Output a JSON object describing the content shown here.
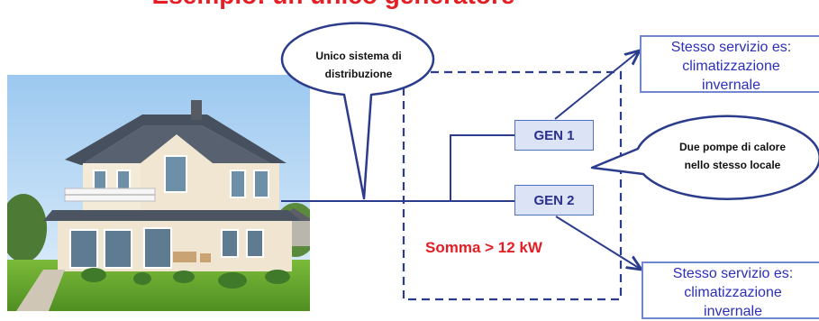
{
  "heading": "Esempio: un unico generatore",
  "bubble_top": {
    "line1": "Unico sistema di",
    "line2": "distribuzione"
  },
  "bubble_right": {
    "line1": "Due pompe di calore",
    "line2": "nello stesso locale"
  },
  "generators": [
    {
      "label": "GEN 1"
    },
    {
      "label": "GEN 2"
    }
  ],
  "sum_label": "Somma > 12 kW",
  "service_top": {
    "line1": "Stesso servizio es:",
    "line2": "climatizzazione",
    "line3": "invernale"
  },
  "service_bottom": {
    "line1": "Stesso servizio es:",
    "line2": "climatizzazione",
    "line3": "invernale"
  },
  "colors": {
    "accent_red": "#e31e24",
    "line_blue": "#2c3c8c",
    "gen_fill": "#dbe3f4",
    "box_border": "#6f88cf"
  }
}
